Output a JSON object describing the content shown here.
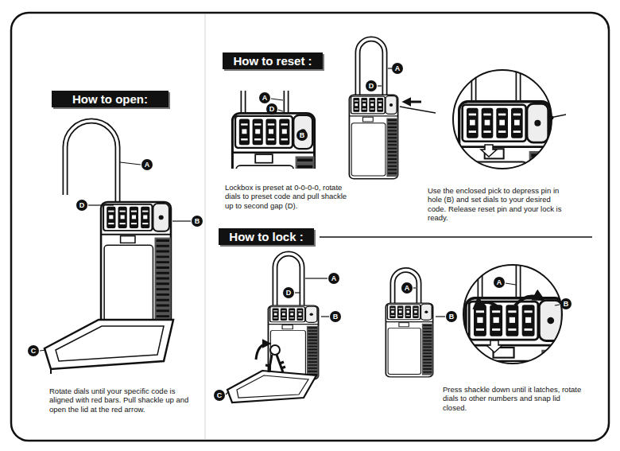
{
  "diagram": {
    "nodes": [
      {
        "text": [
          "How to open:"
        ]
      },
      {
        "text": [
          "How to reset :"
        ]
      },
      {
        "text": [
          "How to lock :"
        ]
      }
    ],
    "labels": [
      "A",
      "D",
      "B",
      "C",
      "Rotate dials until your specific code is aligned with red bars. Pull shackle up and open the lid at the red arrow.",
      "A",
      "D",
      "B",
      "A",
      "D",
      "Lockbox is preset at 0-0-0-0, rotate dials to preset code and pull shackle up to second gap (D).",
      "Use the enclosed pick to depress pin in hole (B) and set dials to your desired code. Release reset pin and your lock is ready.",
      "D",
      "A",
      "B",
      "C",
      "A",
      "B",
      "A",
      "B",
      "Press shackle down until it latches, rotate dials to other numbers and snap lid closed."
    ]
  }
}
